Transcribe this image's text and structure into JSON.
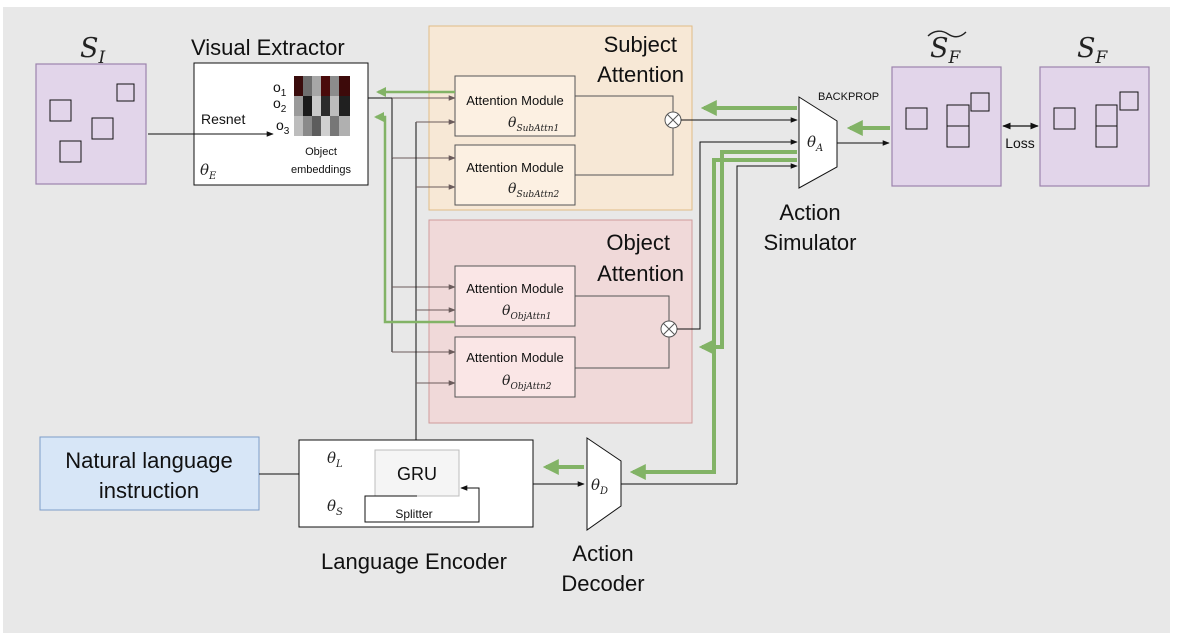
{
  "input_state": {
    "symbol": "S",
    "subscript": "I"
  },
  "predicted_state": {
    "symbol": "S",
    "subscript": "F",
    "tilde": "~"
  },
  "final_state": {
    "symbol": "S",
    "subscript": "F"
  },
  "visual_extractor": {
    "title": "Visual Extractor",
    "resnet_label": "Resnet",
    "param": "θ",
    "param_sub": "E",
    "object_labels": [
      "o",
      "o",
      "o"
    ],
    "object_subs": [
      "1",
      "2",
      "3"
    ],
    "embeddings_caption_line1": "Object",
    "embeddings_caption_line2": "embeddings"
  },
  "subject_attention": {
    "title_line1": "Subject",
    "title_line2": "Attention",
    "modules": [
      {
        "label": "Attention Module",
        "param": "θ",
        "param_sub": "SubAttn1"
      },
      {
        "label": "Attention Module",
        "param": "θ",
        "param_sub": "SubAttn2"
      }
    ]
  },
  "object_attention": {
    "title_line1": "Object",
    "title_line2": "Attention",
    "modules": [
      {
        "label": "Attention Module",
        "param": "θ",
        "param_sub": "ObjAttn1"
      },
      {
        "label": "Attention Module",
        "param": "θ",
        "param_sub": "ObjAttn2"
      }
    ]
  },
  "action_simulator": {
    "title_line1": "Action",
    "title_line2": "Simulator",
    "param": "θ",
    "param_sub": "A",
    "backprop_label": "BACKPROP"
  },
  "loss_label": "Loss",
  "instruction": {
    "line1": "Natural language",
    "line2": "instruction"
  },
  "language_encoder": {
    "title": "Language Encoder",
    "gru_label": "GRU",
    "splitter_label": "Splitter",
    "param_l": "θ",
    "param_l_sub": "L",
    "param_s": "θ",
    "param_s_sub": "S"
  },
  "action_decoder": {
    "title_line1": "Action",
    "title_line2": "Decoder",
    "param": "θ",
    "param_sub": "D"
  },
  "colors": {
    "background": "#e8e8e8",
    "state_fill": "#e2d5ea",
    "state_border": "#9d83ad",
    "subject_fill": "#f7e8d6",
    "subject_border": "#e0bb86",
    "object_fill": "#f0d9d9",
    "object_border": "#cf9a9a",
    "module_subject_fill": "#fcf0e2",
    "module_object_fill": "#fae6e6",
    "instruction_fill": "#d7e6f7",
    "instruction_border": "#7d9dc9",
    "backprop_green": "#82b366",
    "arrow": "#111111",
    "gray_arrow": "#6b5c5c"
  }
}
